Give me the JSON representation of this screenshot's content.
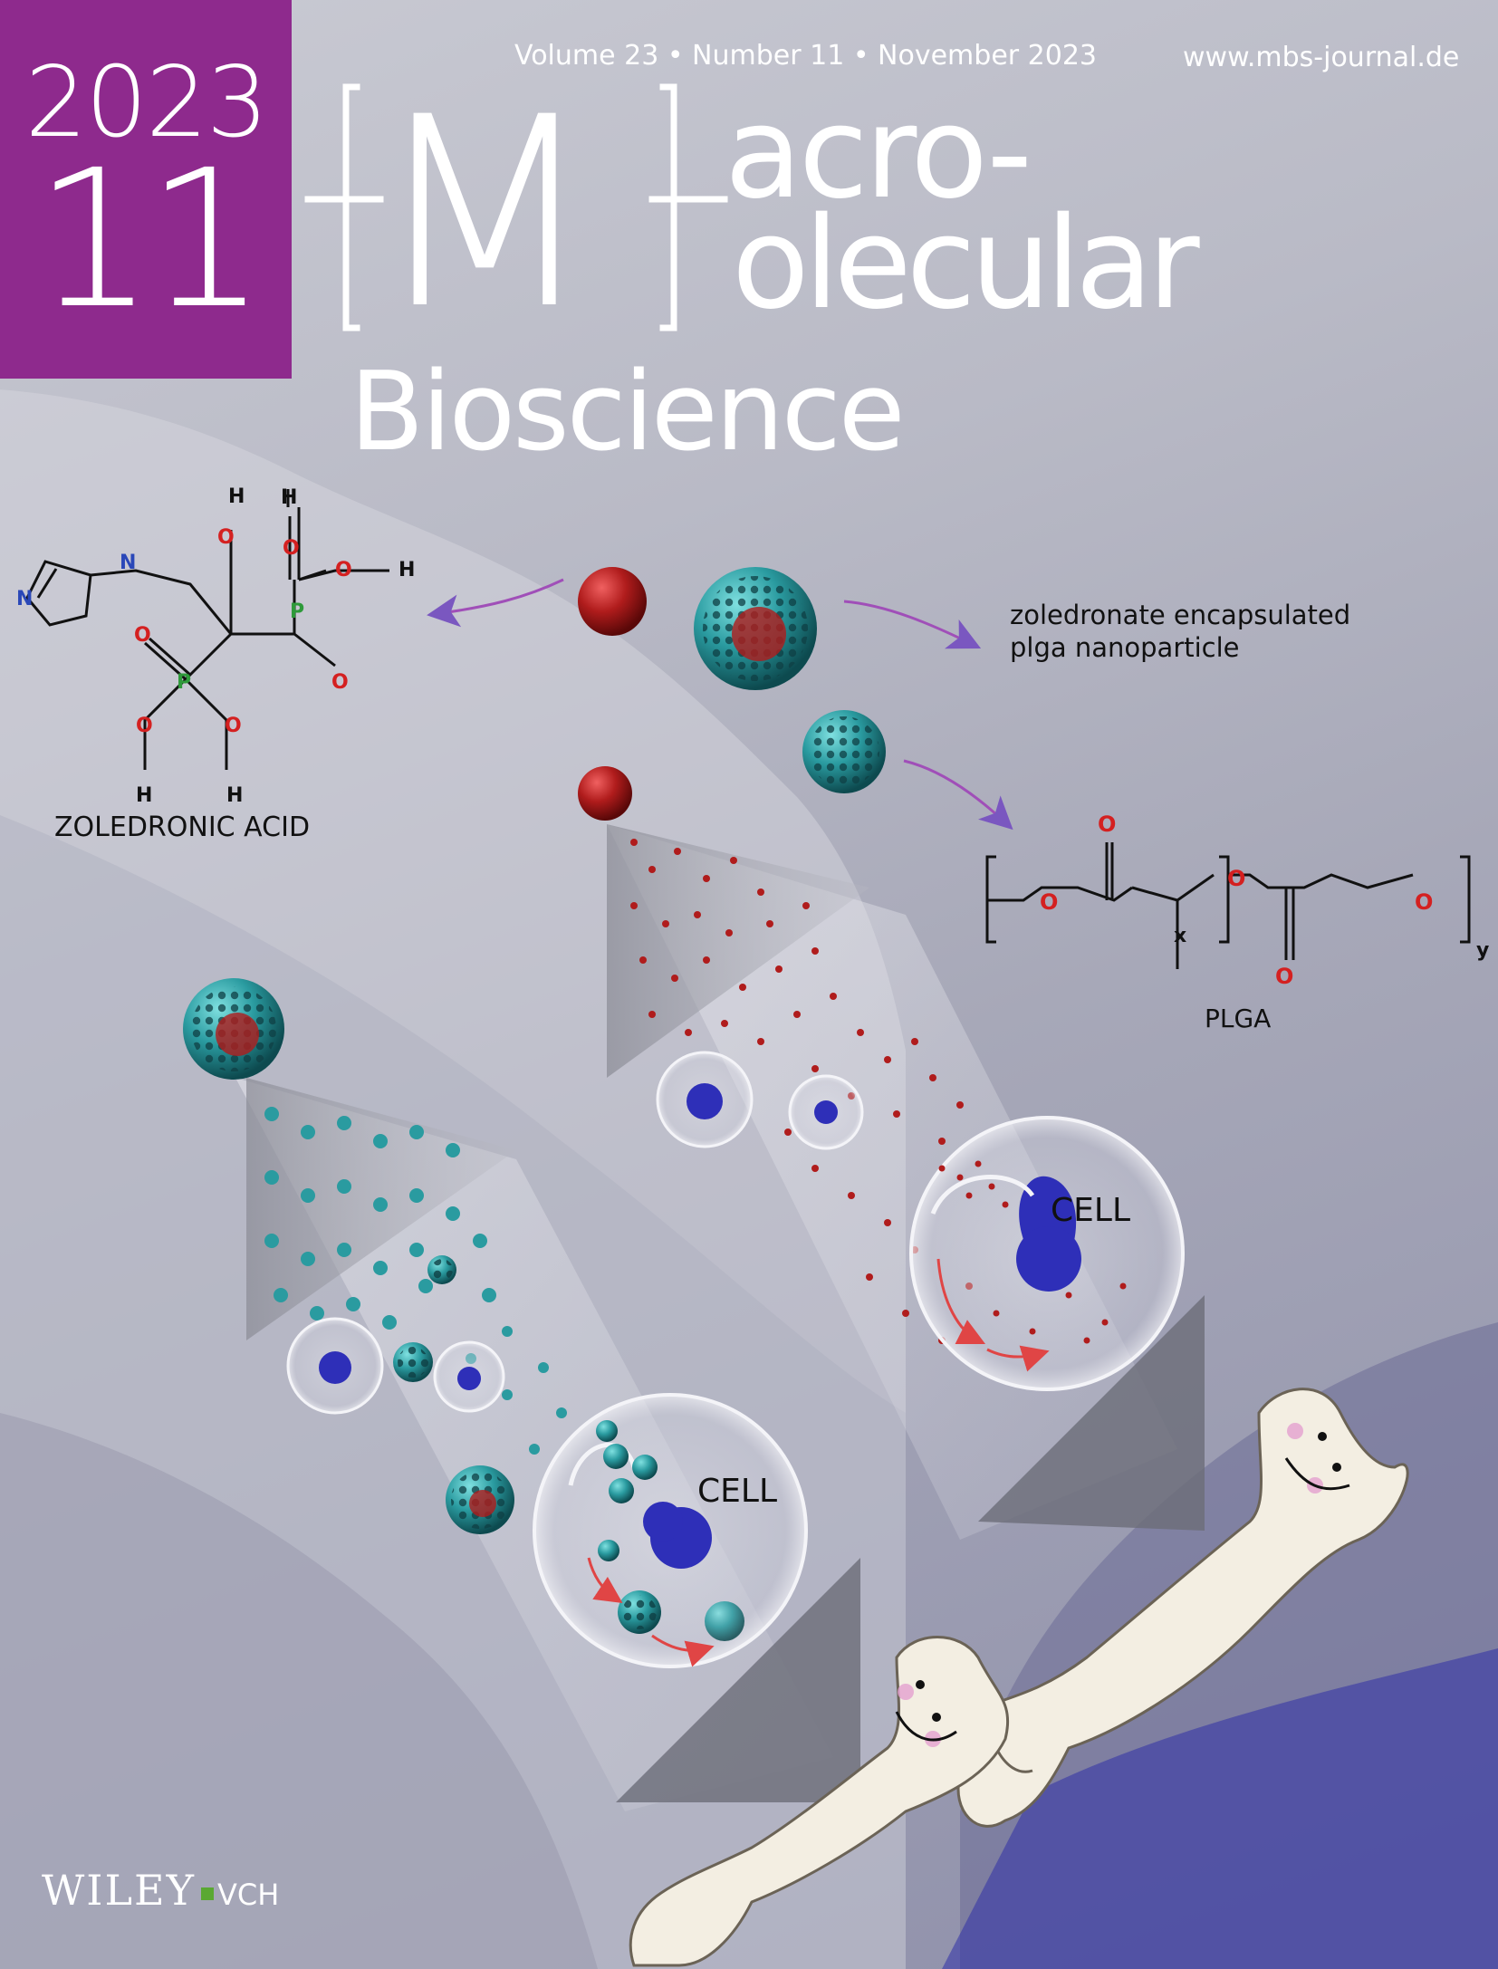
{
  "issue": {
    "year": "2023",
    "number": "11"
  },
  "header": {
    "volume_line": "Volume 23 • Number 11 • November 2023",
    "url": "www.mbs-journal.de"
  },
  "journal": {
    "letter": "M",
    "line1": "acro-",
    "line2": "olecular",
    "line3": "Bioscience"
  },
  "labels": {
    "zoledronic_acid": "ZOLEDRONIC ACID",
    "encapsulated_1": "zoledronate encapsulated",
    "encapsulated_2": "plga nanoparticle",
    "plga": "PLGA",
    "cell_1": "CELL",
    "cell_2": "CELL"
  },
  "chem": {
    "H": "H",
    "O": "O",
    "N": "N",
    "P": "P",
    "x": "x",
    "y": "y"
  },
  "publisher": {
    "name": "WILEY",
    "suffix": "VCH"
  },
  "colors": {
    "issue_box": "#8e2a8d",
    "nanoparticle_shell": "#2a9ba0",
    "drug_sphere": "#b01c1c",
    "nucleus": "#2e2fb8",
    "arrow": "#a04fb8",
    "oxygen": "#d42020",
    "phosphorus": "#2e9a3a",
    "nitrogen": "#2a47b8"
  }
}
